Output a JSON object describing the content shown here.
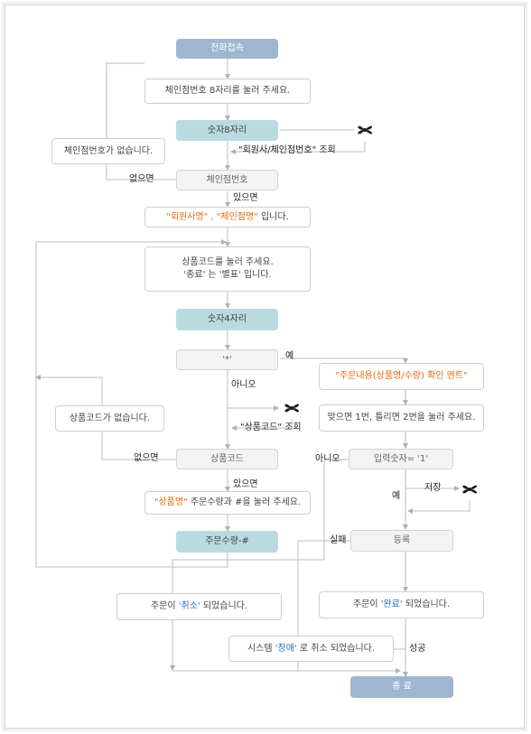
{
  "nodes": {
    "start": "전화접속",
    "chain_prompt": "체인점번호 8자리를 눌러 주세요.",
    "digits8": "숫자8자리",
    "no_chain": "체인점번호가 없습니다.",
    "chain_number": "체인점번호",
    "lookup_chain": "\"회원사/체인점번호\"",
    "lookup_word": "조회",
    "confirm_q1": "\"회원사명\"",
    "confirm_comma": ",",
    "confirm_q2": "\"체인점명\"",
    "confirm_suffix": "입니다.",
    "product_prompt_line1": "상품코드를 눌러 주세요.",
    "product_prompt_line2": "'종료' 는 '별표' 입니다.",
    "digits4": "숫자4자리",
    "star_check": "'*'",
    "order_confirm": "\"주문내용(상품명/수량) 확인 멘트\"",
    "confirm_input": "맞으면 1번, 틀리면 2번을 눌러 주세요.",
    "no_product": "상품코드가 없습니다.",
    "lookup_product": "\"상품코드\"",
    "product_code": "상품코드",
    "input_check": "입력숫자= '1'",
    "qty_prefix_q": "\"상품명\"",
    "qty_suffix": "주문수량과 #을 눌러 주세요.",
    "order_qty": "주문수량-#",
    "register": "등록",
    "cancel_prefix": "주문이",
    "cancel_word": "'취소'",
    "cancel_suffix": "되었습니다.",
    "done_prefix": "주문이",
    "done_word": "'완료'",
    "done_suffix": "되었습니다.",
    "fail_prefix": "시스템",
    "fail_word": "'장애'",
    "fail_suffix": "로 취소 되었습니다.",
    "end": "종 료"
  },
  "labels": {
    "none1": "없으면",
    "exists1": "있으면",
    "yes_star": "예",
    "no_star": "아니오",
    "none2": "없으면",
    "exists2": "있으면",
    "no_input": "아니오",
    "yes_input": "예",
    "save": "저장",
    "fail": "실패",
    "success": "성공"
  },
  "colors": {
    "blue_node": "#9fb6d1",
    "teal_node": "#b9dbe0",
    "highlight_orange": "#e96a12",
    "highlight_blue": "#2a6cc4",
    "line": "#b8b8b8"
  },
  "icons": {
    "db": "fan-icon"
  }
}
